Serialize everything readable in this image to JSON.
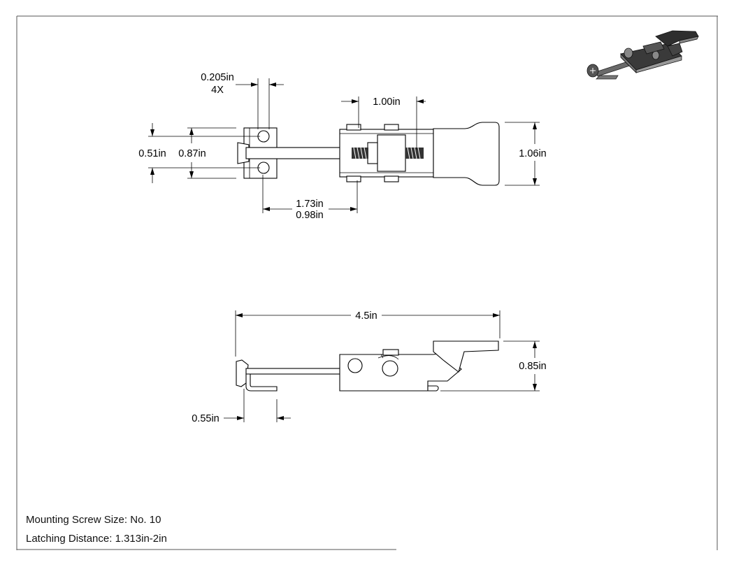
{
  "dimensions": {
    "hole_diameter": "0.205in",
    "hole_count": "4X",
    "hole_spacing": "0.51in",
    "base_height": "0.87in",
    "adjustment": "1.00in",
    "handle_width": "1.06in",
    "rod_length_max": "1.73in",
    "rod_length_min": "0.98in",
    "overall_length": "4.5in",
    "overall_height": "0.85in",
    "hook_offset": "0.55in"
  },
  "notes": {
    "mounting_screw": "Mounting Screw Size: No. 10",
    "latching_distance": "Latching Distance: 1.313in-2in"
  },
  "colors": {
    "line": "#000000",
    "frame": "#555555",
    "iso_dark": "#2b2b2b"
  }
}
